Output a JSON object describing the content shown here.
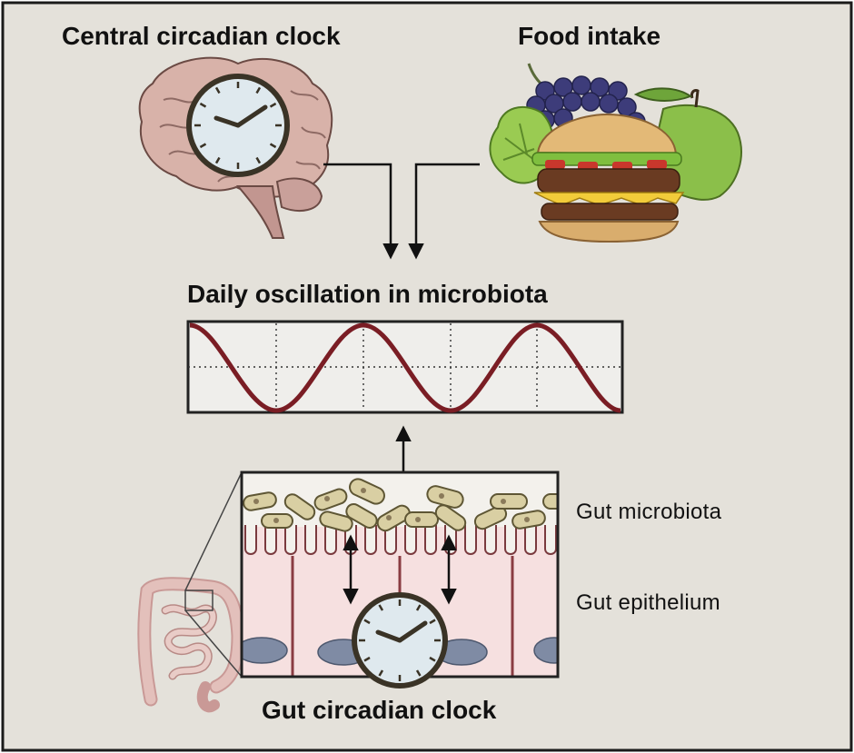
{
  "labels": {
    "central_clock": "Central circadian clock",
    "food_intake": "Food intake",
    "daily_oscillation": "Daily oscillation in microbiota",
    "gut_microbiota": "Gut microbiota",
    "gut_epithelium": "Gut epithelium",
    "gut_clock": "Gut circadian clock"
  },
  "colors": {
    "background": "#e4e1da",
    "frame": "#1a1a1a",
    "brain": "#d7b1a8",
    "wave": "#7a1d24",
    "epithelium": "#f4dcdc",
    "microbe": "#d9cfa3",
    "nucleus": "#7f8ba4",
    "clock_face": "#dfe9ee"
  },
  "icons": [
    "brain-with-clock",
    "food-burger-grapes-apple",
    "oscillation-graph",
    "intestine",
    "gut-clock"
  ]
}
